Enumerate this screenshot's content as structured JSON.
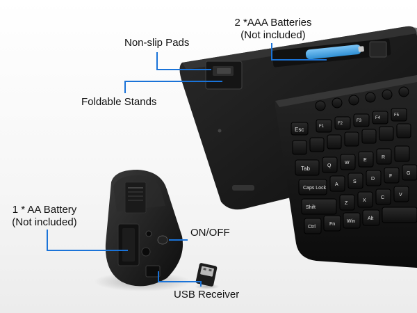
{
  "callouts": {
    "batteries_aaa_line1": "2 *AAA Batteries",
    "batteries_aaa_line2": "(Not included)",
    "non_slip_pads": "Non-slip Pads",
    "foldable_stands": "Foldable Stands",
    "battery_aa_line1": "1 * AA Battery",
    "battery_aa_line2": "(Not included)",
    "on_off": "ON/OFF",
    "usb_receiver": "USB Receiver"
  },
  "keyboard_keys": {
    "esc": "Esc",
    "tab": "Tab",
    "caps_lock": "Caps Lock",
    "shift": "Shift",
    "ctrl": "Ctrl",
    "fn": "Fn",
    "win": "Win",
    "alt": "Alt",
    "q": "Q",
    "w": "W",
    "e": "E",
    "r": "R",
    "a": "A",
    "s": "S",
    "d": "D",
    "f": "F",
    "g": "G",
    "z": "Z",
    "x": "X",
    "c": "C",
    "v": "V",
    "f1": "F1",
    "f2": "F2",
    "f3": "F3",
    "f4": "F4",
    "f5": "F5"
  },
  "colors": {
    "callout_line": "#1a73d8",
    "battery_blue": "#4aa8e8",
    "device_black": "#1b1b1b"
  }
}
